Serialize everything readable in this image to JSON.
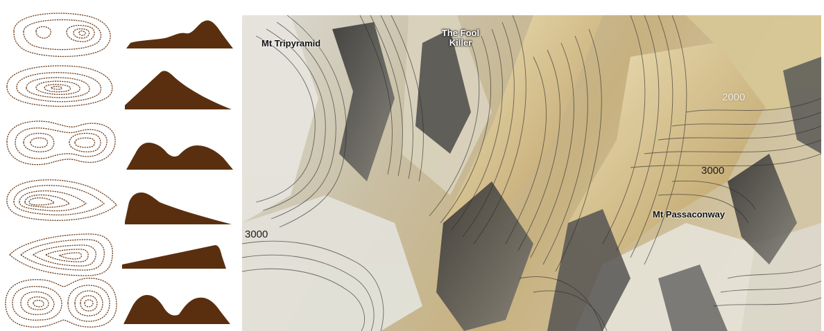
{
  "colors": {
    "contour_line": "#6b3f1f",
    "profile_fill": "#5a2f0f",
    "map_contour": "#2a2a2a",
    "sunlit_slope": "#c9b27a",
    "shadow_slope": "#3a3a3a"
  },
  "legend": {
    "rows": [
      "two-peaks-unequal",
      "single-cone",
      "twin-flat-peaks",
      "asymmetric-ridge",
      "ramp-cliff",
      "twin-round-peaks"
    ]
  },
  "map": {
    "peak_labels": [
      {
        "id": "tripyramid",
        "text": "Mt Tripyramid"
      },
      {
        "id": "foolkiller",
        "text": "The Fool Killer"
      },
      {
        "id": "passaconway",
        "text": "Mt Passaconway"
      }
    ],
    "elevation_labels": [
      {
        "id": "elev-2000",
        "text": "2000"
      },
      {
        "id": "elev-3000-right",
        "text": "3000"
      },
      {
        "id": "elev-3000-left",
        "text": "3000"
      }
    ]
  }
}
